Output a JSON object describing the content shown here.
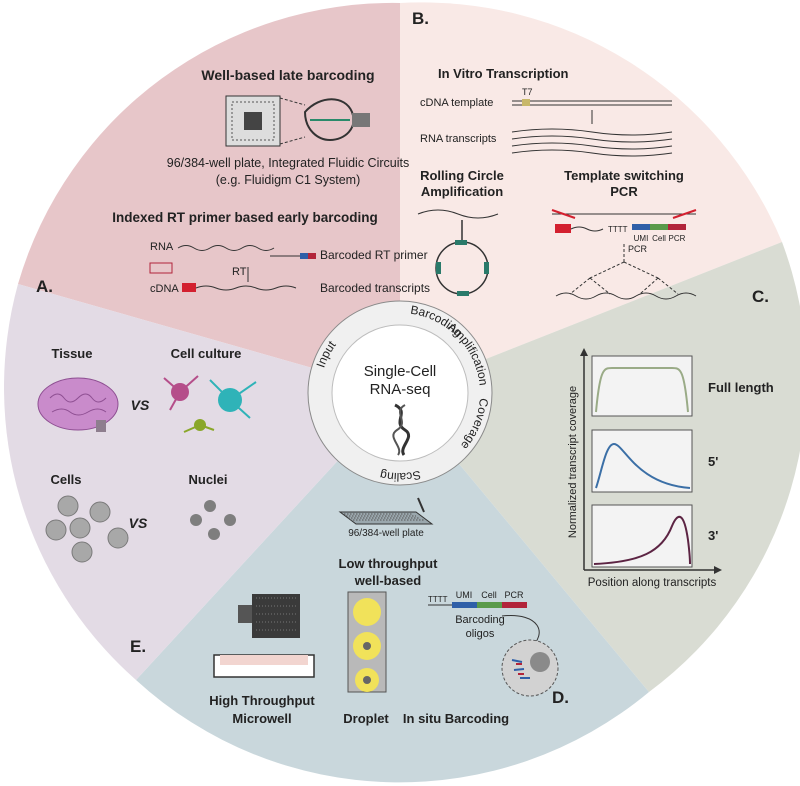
{
  "center": {
    "title_line1": "Single-Cell",
    "title_line2": "RNA-seq",
    "ring_labels": {
      "barcoding": "Barcoding",
      "amplification": "Amplification",
      "coverage": "Coverage",
      "scaling": "Scaling",
      "input": "Input"
    }
  },
  "sections": {
    "A": {
      "letter": "A.",
      "late_title": "Well-based late barcoding",
      "late_caption1": "96/384-well plate, Integrated Fluidic Circuits",
      "late_caption2": "(e.g. Fluidigm C1 System)",
      "early_title": "Indexed RT primer based early barcoding",
      "rna_label": "RNA",
      "barcoded_rt_primer": "Barcoded RT primer",
      "rt_label": "RT",
      "cdna_label": "cDNA",
      "barcoded_transcripts": "Barcoded transcripts"
    },
    "B": {
      "letter": "B.",
      "ivt_title": "In Vitro Transcription",
      "cdna_template": "cDNA template",
      "t7": "T7",
      "rna_transcripts": "RNA transcripts",
      "rca_title1": "Rolling Circle",
      "rca_title2": "Amplification",
      "ts_title1": "Template switching",
      "ts_title2": "PCR",
      "tttt": "TTTT",
      "umi": "UMI",
      "cell": "Cell",
      "pcr": "PCR",
      "pcr_label": "PCR"
    },
    "C": {
      "letter": "C.",
      "ylabel": "Normalized transcript coverage",
      "xlabel": "Position along transcripts",
      "full_length": "Full length",
      "five_prime": "5'",
      "three_prime": "3'"
    },
    "D": {
      "letter": "D.",
      "plate_label": "96/384-well plate",
      "low_title1": "Low throughput",
      "low_title2": "well-based",
      "tttt": "TTTT",
      "umi": "UMI",
      "cell": "Cell",
      "pcr": "PCR",
      "oligos1": "Barcoding",
      "oligos2": "oligos",
      "high_title1": "High Throughput",
      "high_title2": "Microwell",
      "droplet": "Droplet",
      "insitu": "In situ Barcoding"
    },
    "E": {
      "letter": "E.",
      "tissue": "Tissue",
      "cell_culture": "Cell culture",
      "vs1": "VS",
      "cells": "Cells",
      "nuclei": "Nuclei",
      "vs2": "VS"
    }
  },
  "colors": {
    "sectionA": "#e7c6c9",
    "sectionB": "#f9e9e6",
    "sectionC": "#d9dcd3",
    "sectionD": "#c9d7dc",
    "sectionE": "#e3dbe5",
    "full_length_curve": "#9aab87",
    "five_prime_curve": "#3b6fa6",
    "three_prime_curve": "#5c2443",
    "umi": "#2f5fa8",
    "cell": "#5a9a4a",
    "pcr": "#b2243a"
  }
}
